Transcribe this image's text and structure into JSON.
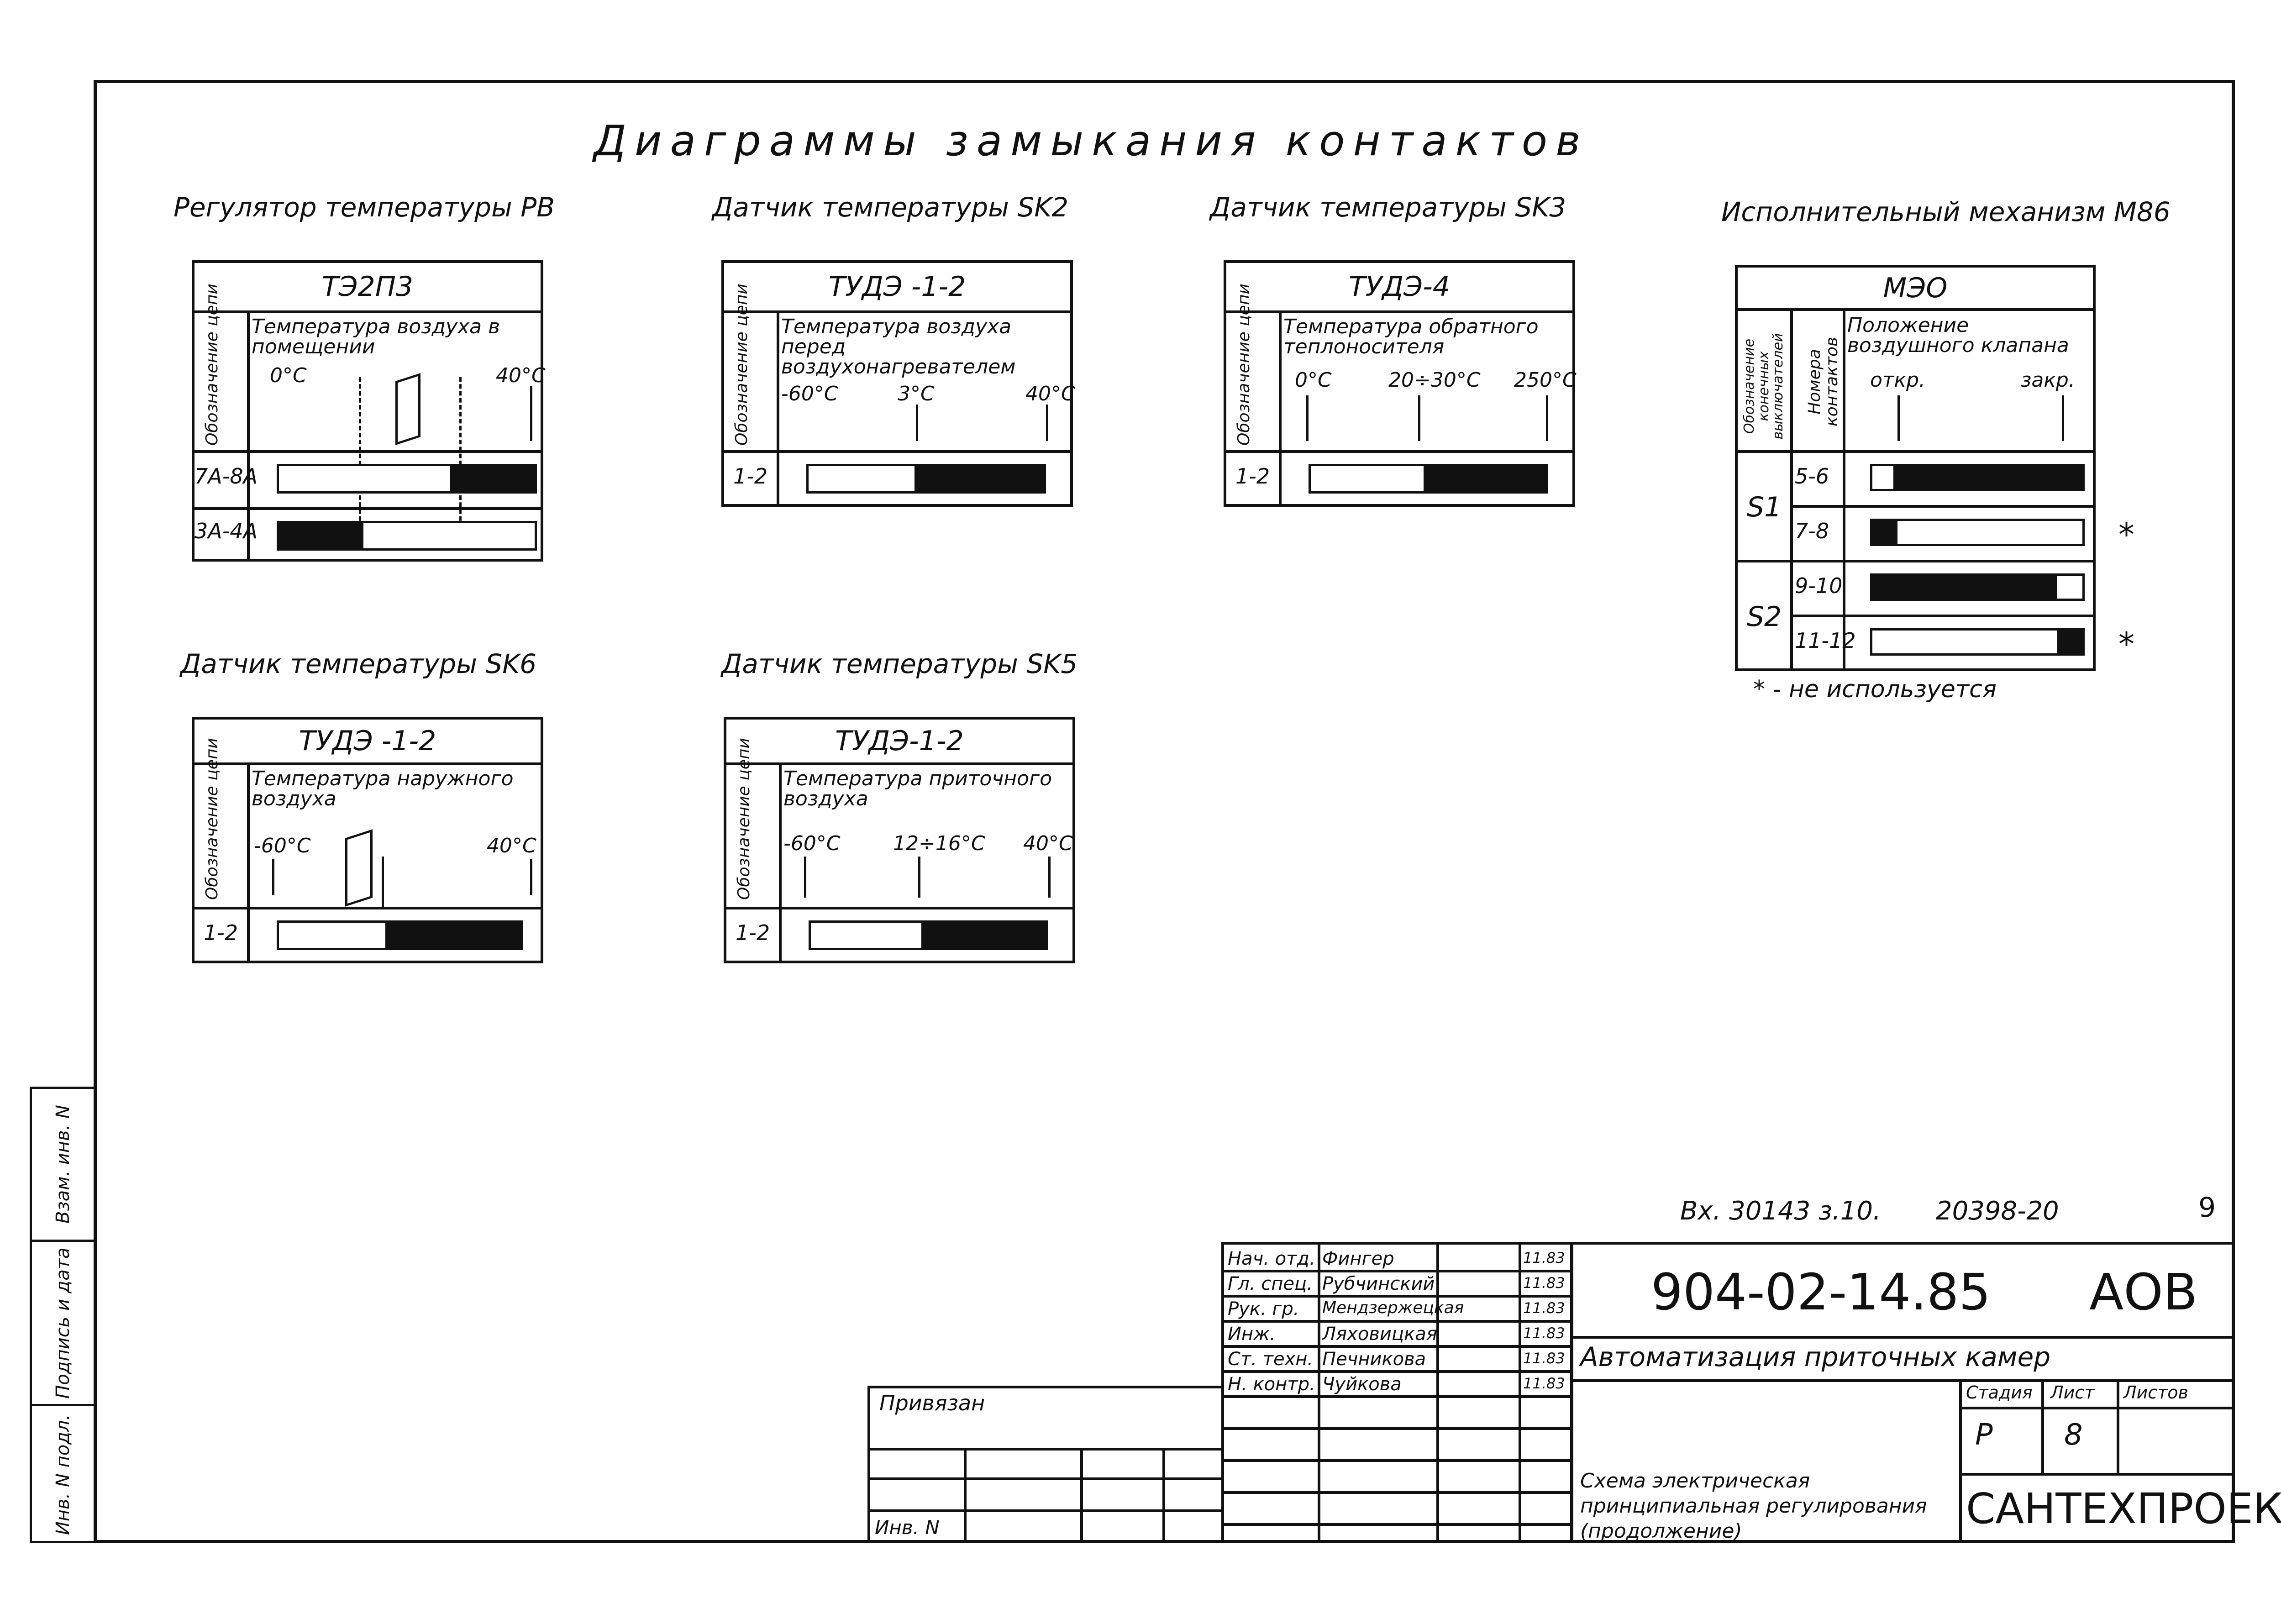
{
  "title": "Диаграммы замыкания контактов",
  "common": {
    "circuit_col": "Обозначение цепи"
  },
  "d_pb": {
    "caption": "Регулятор температуры РВ",
    "device": "ТЭ2П3",
    "param": "Температура воздуха в помещении",
    "t1": "0°С",
    "t2": "40°С",
    "rows": [
      {
        "label": "7А-8А",
        "fill": [
          0.67,
          1.0
        ]
      },
      {
        "label": "3А-4А",
        "fill": [
          0.0,
          0.33
        ]
      }
    ]
  },
  "d_sk2": {
    "caption": "Датчик температуры SK2",
    "device": "ТУДЭ -1-2",
    "param": "Температура воздуха перед воздухонагревателем",
    "t1": "-60°С",
    "t2": "3°С",
    "t3": "40°С",
    "rows": [
      {
        "label": "1-2",
        "fill": [
          0.45,
          1.0
        ]
      }
    ]
  },
  "d_sk3": {
    "caption": "Датчик температуры SK3",
    "device": "ТУДЭ-4",
    "param": "Температура обратного теплоносителя",
    "t1": "0°С",
    "t2": "20÷30°С",
    "t3": "250°С",
    "rows": [
      {
        "label": "1-2",
        "fill": [
          0.48,
          1.0
        ]
      }
    ]
  },
  "d_m86": {
    "caption": "Исполнительный механизм М86",
    "device": "МЭО",
    "col_switch": "Обозначение конечных выключателей",
    "col_contacts": "Номера контактов",
    "param": "Положение воздушного клапана",
    "t_open": "откр.",
    "t_close": "закр.",
    "groups": [
      {
        "name": "S1",
        "rows": [
          {
            "label": "5-6",
            "fill": [
              0.1,
              1.0
            ],
            "star": ""
          },
          {
            "label": "7-8",
            "fill": [
              0.0,
              0.12
            ],
            "star": "*"
          }
        ]
      },
      {
        "name": "S2",
        "rows": [
          {
            "label": "9-10",
            "fill": [
              0.0,
              0.88
            ],
            "star": ""
          },
          {
            "label": "11-12",
            "fill": [
              0.88,
              1.0
            ],
            "star": "*"
          }
        ]
      }
    ],
    "note": "* - не используется"
  },
  "d_sk6": {
    "caption": "Датчик температуры SK6",
    "device": "ТУДЭ -1-2",
    "param": "Температура наружного воздуха",
    "t1": "-60°С",
    "t2": "40°С",
    "rows": [
      {
        "label": "1-2",
        "fill": [
          0.44,
          1.0
        ]
      }
    ]
  },
  "d_sk5": {
    "caption": "Датчик температуры SK5",
    "device": "ТУДЭ-1-2",
    "param": "Температура приточного воздуха",
    "t1": "-60°С",
    "t2": "12÷16°С",
    "t3": "40°С",
    "rows": [
      {
        "label": "1-2",
        "fill": [
          0.47,
          1.0
        ]
      }
    ]
  },
  "stamp": {
    "ref": "Вх. 30143 з.10.",
    "ref2": "20398-20",
    "page_num": "9",
    "code": "904-02-14.85",
    "suffix": "АОВ",
    "project": "Автоматизация приточных камер",
    "sheet_title": "Схема электрическая принципиальная регулирования (продолжение)",
    "org": "САНТЕХПРОЕКТ",
    "stage_h": "Стадия",
    "sheet_h": "Лист",
    "sheets_h": "Листов",
    "stage": "Р",
    "sheet": "8",
    "linked": "Привязан",
    "inv": "Инв. N",
    "people": [
      {
        "role": "Нач. отд.",
        "name": "Фингер",
        "date": "11.83"
      },
      {
        "role": "Гл. спец.",
        "name": "Рубчинский",
        "date": "11.83"
      },
      {
        "role": "Рук. гр.",
        "name": "Мендзержецкая",
        "date": "11.83"
      },
      {
        "role": "Инж.",
        "name": "Ляховицкая",
        "date": "11.83"
      },
      {
        "role": "Ст. техн.",
        "name": "Печникова",
        "date": "11.83"
      },
      {
        "role": "Н. контр.",
        "name": "Чуйкова",
        "date": "11.83"
      }
    ]
  },
  "strip": {
    "a": "Инв. N подл.",
    "b": "Подпись и дата",
    "c": "Взам. инв. N"
  }
}
